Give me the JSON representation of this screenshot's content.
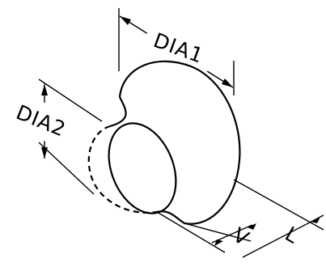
{
  "drawing": {
    "labels": {
      "dia1": "DIA1",
      "dia2": "DIA2",
      "v": "V",
      "l": "L"
    }
  }
}
